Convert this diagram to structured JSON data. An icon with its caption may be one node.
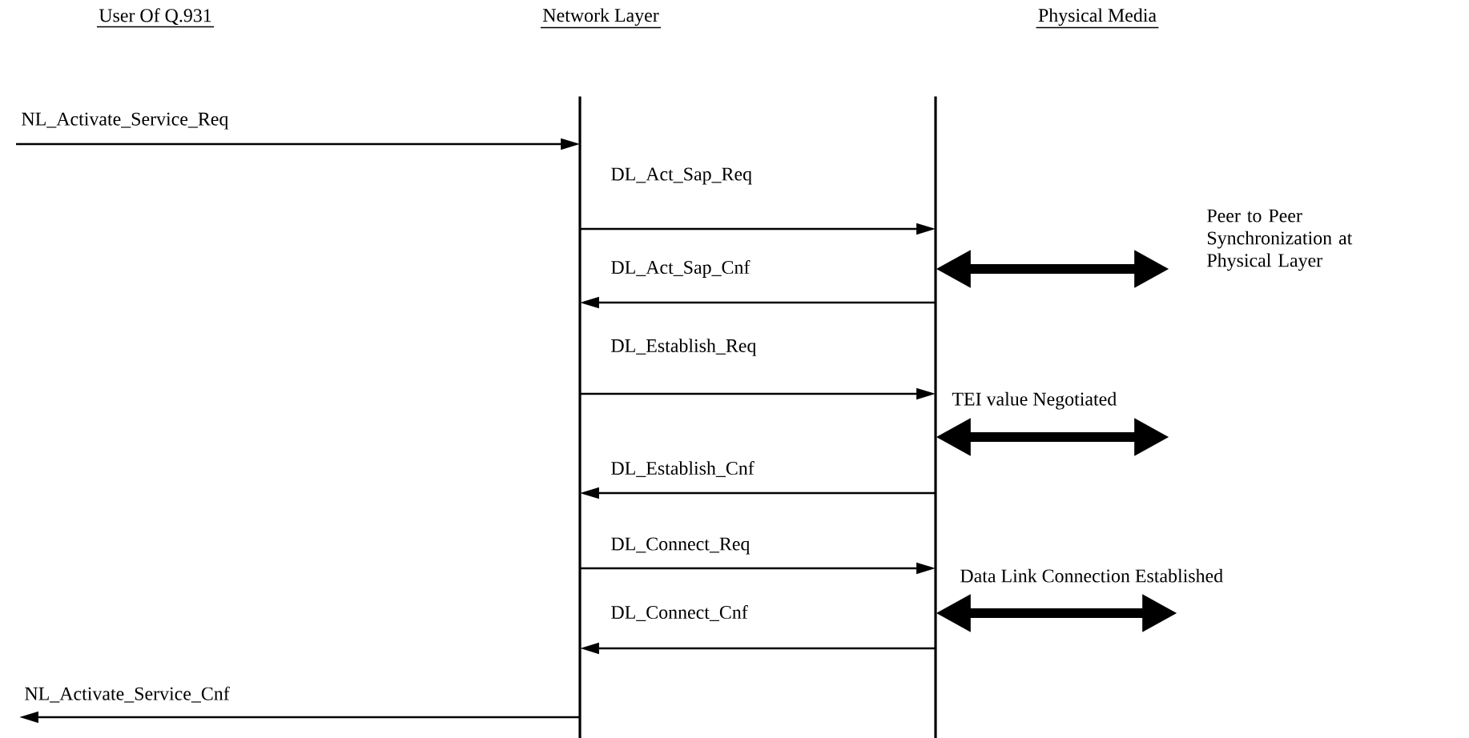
{
  "diagram": {
    "nodes": [
      {
        "text": [
          "User Of Q.931"
        ]
      },
      {
        "text": [
          "Network Layer"
        ]
      },
      {
        "text": [
          "Physical Media"
        ]
      }
    ],
    "edges": [
      {
        "from": null,
        "to": 1,
        "arrow": "to",
        "label": "NL_Activate_Service_Req"
      },
      {
        "from": 1,
        "to": 2,
        "arrow": "to",
        "label": "DL_Act_Sap_Req"
      },
      {
        "from": 2,
        "to": 1,
        "arrow": "to",
        "label": "DL_Act_Sap_Cnf"
      },
      {
        "from": 2,
        "to": null,
        "arrow": "both",
        "style": "thick",
        "label": "Peer to Peer Synchronization at Physical Layer"
      },
      {
        "from": 1,
        "to": 2,
        "arrow": "to",
        "label": "DL_Establish_Req"
      },
      {
        "from": 2,
        "to": null,
        "arrow": "both",
        "style": "thick",
        "label": "TEI value Negotiated"
      },
      {
        "from": 2,
        "to": 1,
        "arrow": "to",
        "label": "DL_Establish_Cnf"
      },
      {
        "from": 1,
        "to": 2,
        "arrow": "to",
        "label": "DL_Connect_Req"
      },
      {
        "from": 2,
        "to": null,
        "arrow": "both",
        "style": "thick",
        "label": "Data Link Connection Established"
      },
      {
        "from": 2,
        "to": 1,
        "arrow": "to",
        "label": "DL_Connect_Cnf"
      },
      {
        "from": 1,
        "to": null,
        "arrow": "to",
        "label": "NL_Activate_Service_Cnf"
      }
    ]
  }
}
